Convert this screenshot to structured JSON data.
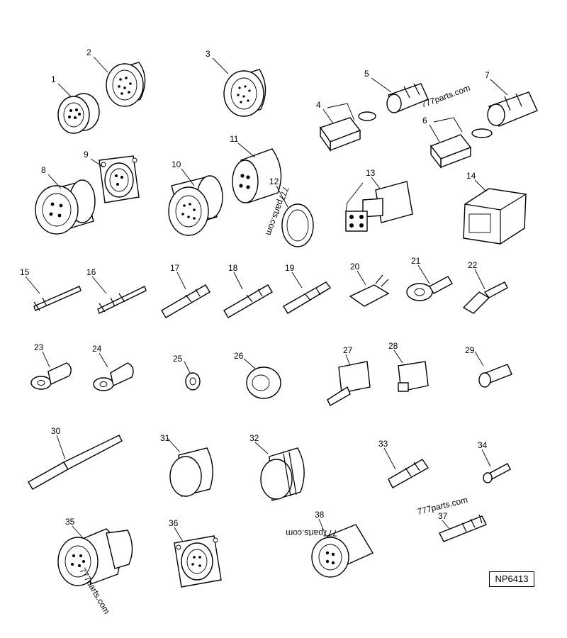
{
  "diagram": {
    "labels": [
      "1",
      "2",
      "3",
      "4",
      "5",
      "6",
      "7",
      "8",
      "9",
      "10",
      "11",
      "12",
      "13",
      "14",
      "15",
      "16",
      "17",
      "18",
      "19",
      "20",
      "21",
      "22",
      "23",
      "24",
      "25",
      "26",
      "27",
      "28",
      "29",
      "30",
      "31",
      "32",
      "33",
      "34",
      "35",
      "36",
      "37",
      "38"
    ],
    "code": "NP6413",
    "watermarks": [
      "777parts.com",
      "777parts.com",
      "777parts.com",
      "777parts.com",
      "777parts.com"
    ]
  }
}
